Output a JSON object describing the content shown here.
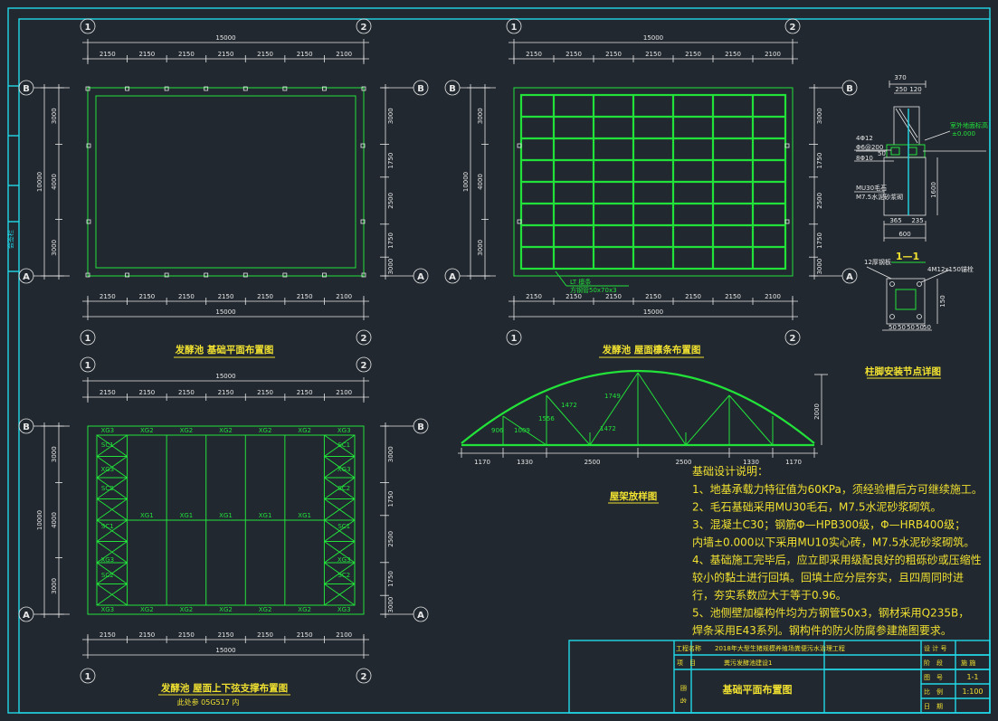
{
  "axes": {
    "a1": "1",
    "a2": "2",
    "aA": "A",
    "aB": "B"
  },
  "dims": {
    "total_h": "15000",
    "bays": [
      "2150",
      "2150",
      "2150",
      "2150",
      "2150",
      "2150",
      "2100"
    ],
    "total_v": "10000",
    "v_left": [
      "3000",
      "4000",
      "3000"
    ],
    "v_right": [
      "3000",
      "1750",
      "2500",
      "1750",
      "3000"
    ]
  },
  "titles": {
    "plan1": "发酵池  基础平面布置图",
    "plan2": "发酵池  屋面檩条布置图",
    "plan3": "发酵池  屋面上下弦支撑布置图",
    "plan3_sub": "此处参 05G517 内",
    "truss": "屋架放样图",
    "detail": "柱脚安装节点详图"
  },
  "plan2_labels": {
    "lt": "LT   檩条",
    "lt_spec": "方钢管50x70x3"
  },
  "plan3_labels": {
    "xg1": "XG1",
    "xg2": "XG2",
    "xg3": "XG3",
    "sc1": "SC1",
    "sc2": "SC2"
  },
  "truss": {
    "spans": [
      "1170",
      "1330",
      "2500",
      "2500",
      "1330",
      "1170"
    ],
    "height": "2000",
    "members": [
      "906",
      "1009",
      "1556",
      "1472",
      "1749",
      "1472"
    ]
  },
  "detail": {
    "d370": "370",
    "d250": "250",
    "d120": "120",
    "grade": "室外地面标高",
    "zero": "±0.000",
    "rebar1": "4Φ12",
    "rebar2": "Φ6@200",
    "rebar3": "8Φ10",
    "d50": "50",
    "d1600": "1600",
    "d365": "365",
    "d235": "235",
    "d600": "600",
    "mu": "MU30毛石",
    "mortar": "M7.5水泥砂浆砌",
    "section": "1—1",
    "plate": "12厚钢板",
    "bolt": "4M12x150锚栓",
    "d150": "150",
    "b50s": [
      "50",
      "50",
      "50",
      "50",
      "50"
    ]
  },
  "notes": {
    "title": "基础设计说明：",
    "lines": [
      "1、地基承载力特征值为60KPa，须经验槽后方可继续施工。",
      "2、毛石基础采用MU30毛石，M7.5水泥砂浆砌筑。",
      "3、混凝土C30；钢筋Φ—HPB300级，Φ—HRB400级；",
      "内墙±0.000以下采用MU10实心砖，M7.5水泥砂浆砌筑。",
      "4、基础施工完毕后，应立即采用级配良好的粗砾砂或压缩性",
      "较小的黏土进行回填。回填土应分层夯实，且四周同时进",
      "行，夯实系数应大于等于0.96。",
      "5、池侧壁加檩构件均为方钢管50x3，钢材采用Q235B，",
      "焊条采用E43系列。钢构件的防火防腐参建施图要求。"
    ]
  },
  "title_block": {
    "project_label": "工程名称",
    "project": "2018年大型生猪规模养殖场粪便污水治理工程",
    "item_label": "项　目",
    "item": "粪污发酵池建设1",
    "drawing_label": "图　名",
    "drawing": "基础平面布置图",
    "design_no_label": "设 计 号",
    "stage_label": "阶　段",
    "stage": "施 施",
    "sheet_label": "图　号",
    "sheet": "1-1",
    "scale_label": "比　例",
    "scale": "1:100",
    "date_label": "日　期",
    "side_label": "会签栏"
  },
  "colors": {
    "frame": "#22d8e8",
    "lines": "#22e23a",
    "text": "#f0e030",
    "dim": "#e8e8e8",
    "bg": "#212830"
  }
}
